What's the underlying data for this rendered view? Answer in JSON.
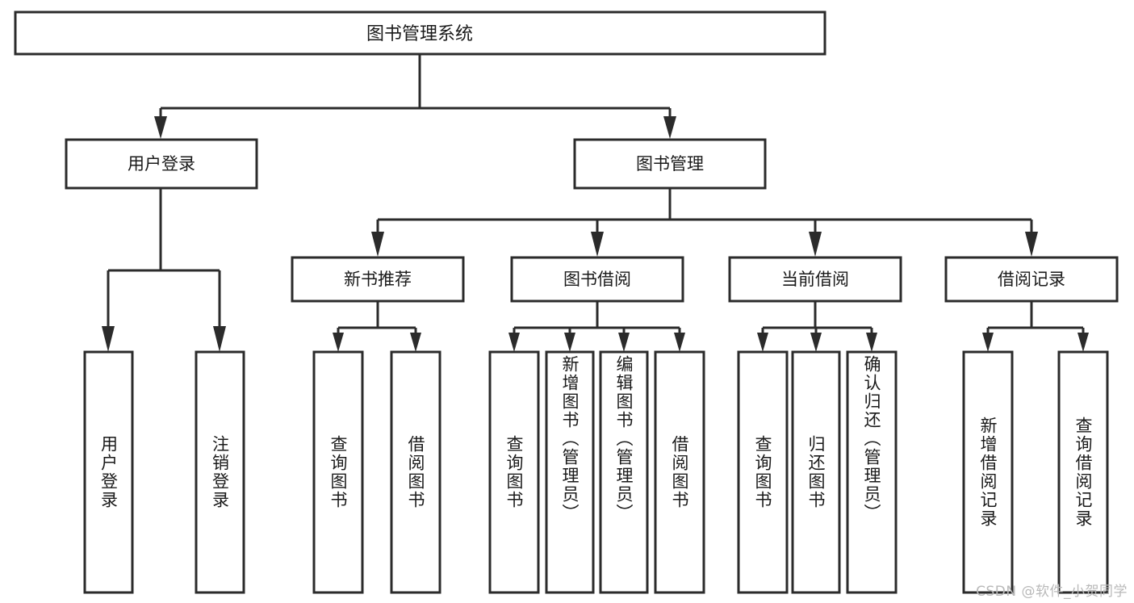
{
  "diagram": {
    "title": "图书管理系统",
    "type": "tree-hierarchy",
    "watermark": "CSDN @软件_小贺同学",
    "colors": {
      "background": "#ffffff",
      "stroke": "#2b2b2b",
      "node_fill": "#ffffff",
      "text": "#1a1a1a",
      "watermark": "#b9b9b9"
    },
    "root": {
      "label": "图书管理系统",
      "orientation": "horizontal"
    },
    "level2": [
      {
        "id": "user-login",
        "label": "用户登录",
        "orientation": "horizontal"
      },
      {
        "id": "book-manage",
        "label": "图书管理",
        "orientation": "horizontal"
      }
    ],
    "level3": [
      {
        "id": "new-book-recommend",
        "label": "新书推荐",
        "orientation": "horizontal",
        "parent": "book-manage"
      },
      {
        "id": "book-borrow",
        "label": "图书借阅",
        "orientation": "horizontal",
        "parent": "book-manage"
      },
      {
        "id": "current-borrow",
        "label": "当前借阅",
        "orientation": "horizontal",
        "parent": "book-manage"
      },
      {
        "id": "borrow-record",
        "label": "借阅记录",
        "orientation": "horizontal",
        "parent": "book-manage"
      }
    ],
    "leaves": [
      {
        "id": "leaf-user-login",
        "label": "用户登录",
        "parent": "user-login",
        "orientation": "vertical"
      },
      {
        "id": "leaf-user-logout",
        "label": "注销登录",
        "parent": "user-login",
        "orientation": "vertical"
      },
      {
        "id": "leaf-query-book-1",
        "label": "查询图书",
        "parent": "new-book-recommend",
        "orientation": "vertical"
      },
      {
        "id": "leaf-borrow-book-1",
        "label": "借阅图书",
        "parent": "new-book-recommend",
        "orientation": "vertical"
      },
      {
        "id": "leaf-query-book-2",
        "label": "查询图书",
        "parent": "book-borrow",
        "orientation": "vertical"
      },
      {
        "id": "leaf-add-book",
        "label": "新增图书（管理员）",
        "parent": "book-borrow",
        "orientation": "vertical"
      },
      {
        "id": "leaf-edit-book",
        "label": "编辑图书（管理员）",
        "parent": "book-borrow",
        "orientation": "vertical"
      },
      {
        "id": "leaf-borrow-book-2",
        "label": "借阅图书",
        "parent": "book-borrow",
        "orientation": "vertical"
      },
      {
        "id": "leaf-query-book-3",
        "label": "查询图书",
        "parent": "current-borrow",
        "orientation": "vertical"
      },
      {
        "id": "leaf-return-book",
        "label": "归还图书",
        "parent": "current-borrow",
        "orientation": "vertical"
      },
      {
        "id": "leaf-confirm-return",
        "label": "确认归还（管理员）",
        "parent": "current-borrow",
        "orientation": "vertical"
      },
      {
        "id": "leaf-add-record",
        "label": "新增借阅记录",
        "parent": "borrow-record",
        "orientation": "vertical"
      },
      {
        "id": "leaf-query-record",
        "label": "查询借阅记录",
        "parent": "borrow-record",
        "orientation": "vertical"
      }
    ]
  }
}
